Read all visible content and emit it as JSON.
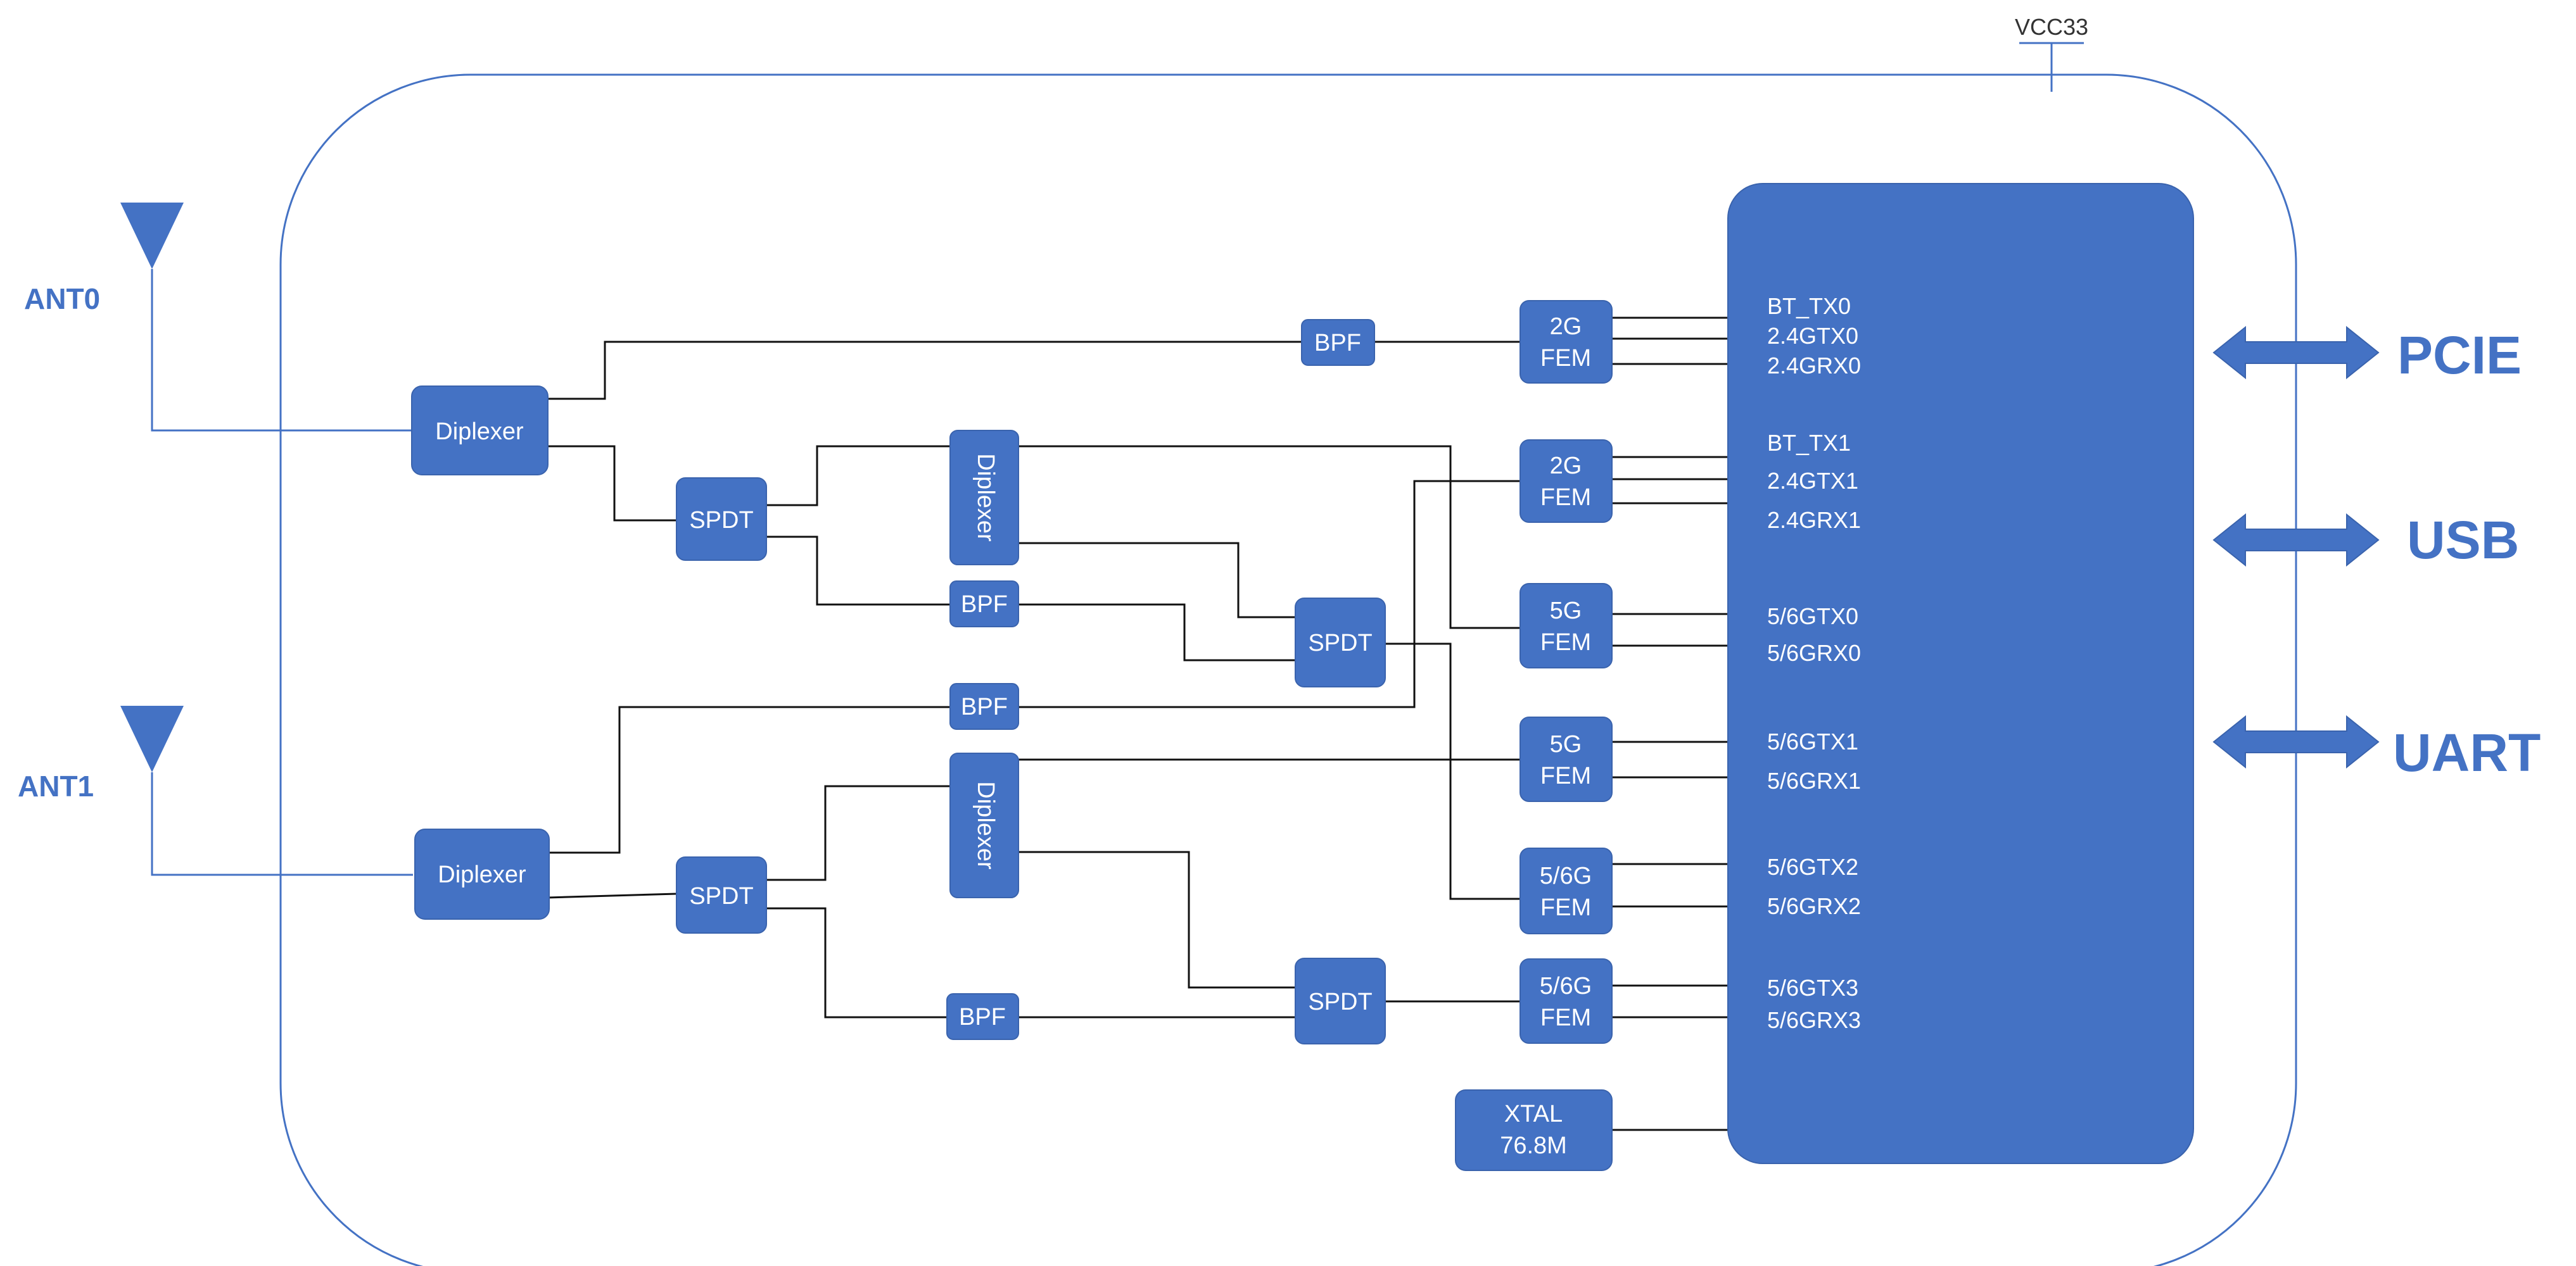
{
  "vcc": "VCC33",
  "antennas": {
    "ant0": "ANT0",
    "ant1": "ANT1"
  },
  "interfaces": {
    "pcie": "PCIE",
    "usb": "USB",
    "uart": "UART"
  },
  "colors": {
    "block": "#4472C4",
    "wire": "#111111",
    "outline": "#4472C4",
    "background": "#ffffff"
  },
  "blocks": {
    "diplexer_ant0": "Diplexer",
    "diplexer_ant1": "Diplexer",
    "spdt_a": "SPDT",
    "spdt_b": "SPDT",
    "spdt_c": "SPDT",
    "spdt_d": "SPDT",
    "diplexer_v1": "Diplexer",
    "diplexer_v2": "Diplexer",
    "bpf_1": "BPF",
    "bpf_2": "BPF",
    "bpf_3": "BPF",
    "bpf_4": "BPF",
    "fem_1": [
      "2G",
      "FEM"
    ],
    "fem_2": [
      "2G",
      "FEM"
    ],
    "fem_3": [
      "5G",
      "FEM"
    ],
    "fem_4": [
      "5G",
      "FEM"
    ],
    "fem_5": [
      "5/6G",
      "FEM"
    ],
    "fem_6": [
      "5/6G",
      "FEM"
    ],
    "xtal": [
      "XTAL",
      "76.8M"
    ]
  },
  "chip_pins": [
    "BT_TX0",
    "2.4GTX0",
    "2.4GRX0",
    "BT_TX1",
    "2.4GTX1",
    "2.4GRX1",
    "5/6GTX0",
    "5/6GRX0",
    "5/6GTX1",
    "5/6GRX1",
    "5/6GTX2",
    "5/6GRX2",
    "5/6GTX3",
    "5/6GRX3"
  ]
}
